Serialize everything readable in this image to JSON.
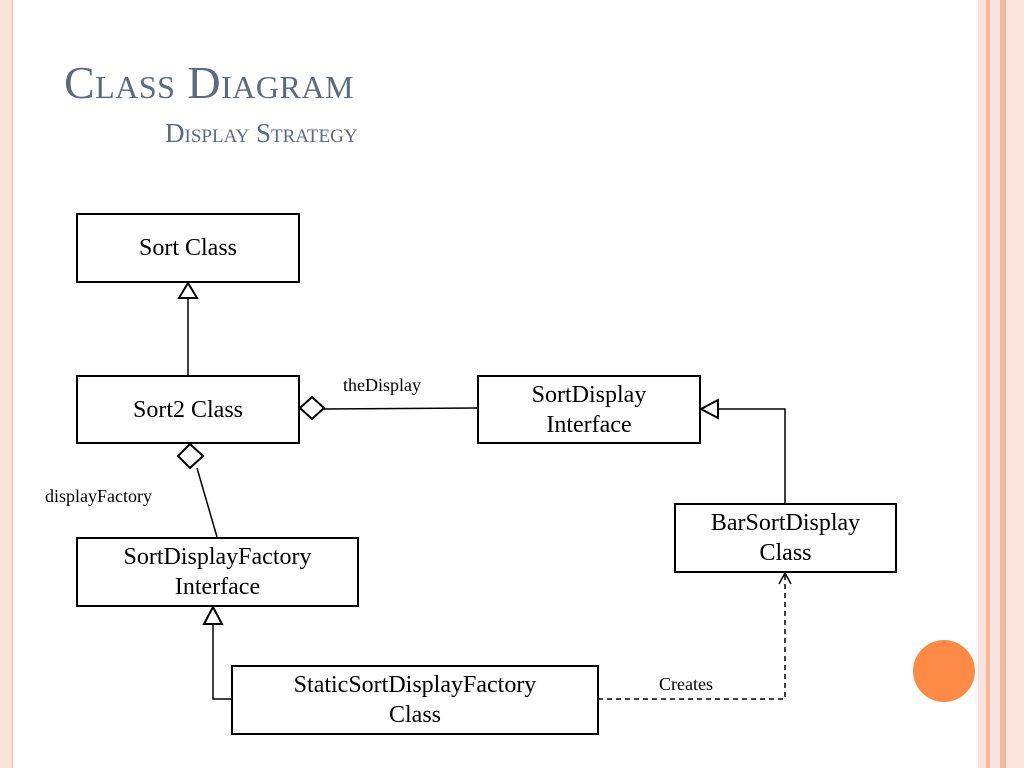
{
  "slide": {
    "title": "Class Diagram",
    "subtitle": "Display Strategy"
  },
  "theme": {
    "title_color": "#5a6a80",
    "accent_color": "#fd8a47",
    "frame_color": "#f2b8a4"
  },
  "nodes": {
    "sort_class": "Sort Class",
    "sort2_class": "Sort2 Class",
    "sort_display_interface": "SortDisplay\nInterface",
    "sort_display_factory_interface": "SortDisplayFactory\nInterface",
    "bar_sort_display_class": "BarSortDisplay\nClass",
    "static_sort_display_factory_class": "StaticSortDisplayFactory\nClass"
  },
  "edge_labels": {
    "the_display": "theDisplay",
    "display_factory": "displayFactory",
    "creates": "Creates"
  },
  "edges": [
    {
      "from": "sort2_class",
      "to": "sort_class",
      "kind": "generalization"
    },
    {
      "from": "sort2_class",
      "to": "sort_display_interface",
      "kind": "aggregation",
      "label": "theDisplay"
    },
    {
      "from": "sort2_class",
      "to": "sort_display_factory_interface",
      "kind": "aggregation",
      "label": "displayFactory"
    },
    {
      "from": "bar_sort_display_class",
      "to": "sort_display_interface",
      "kind": "realization"
    },
    {
      "from": "static_sort_display_factory_class",
      "to": "sort_display_factory_interface",
      "kind": "realization"
    },
    {
      "from": "static_sort_display_factory_class",
      "to": "bar_sort_display_class",
      "kind": "dependency",
      "label": "Creates"
    }
  ]
}
